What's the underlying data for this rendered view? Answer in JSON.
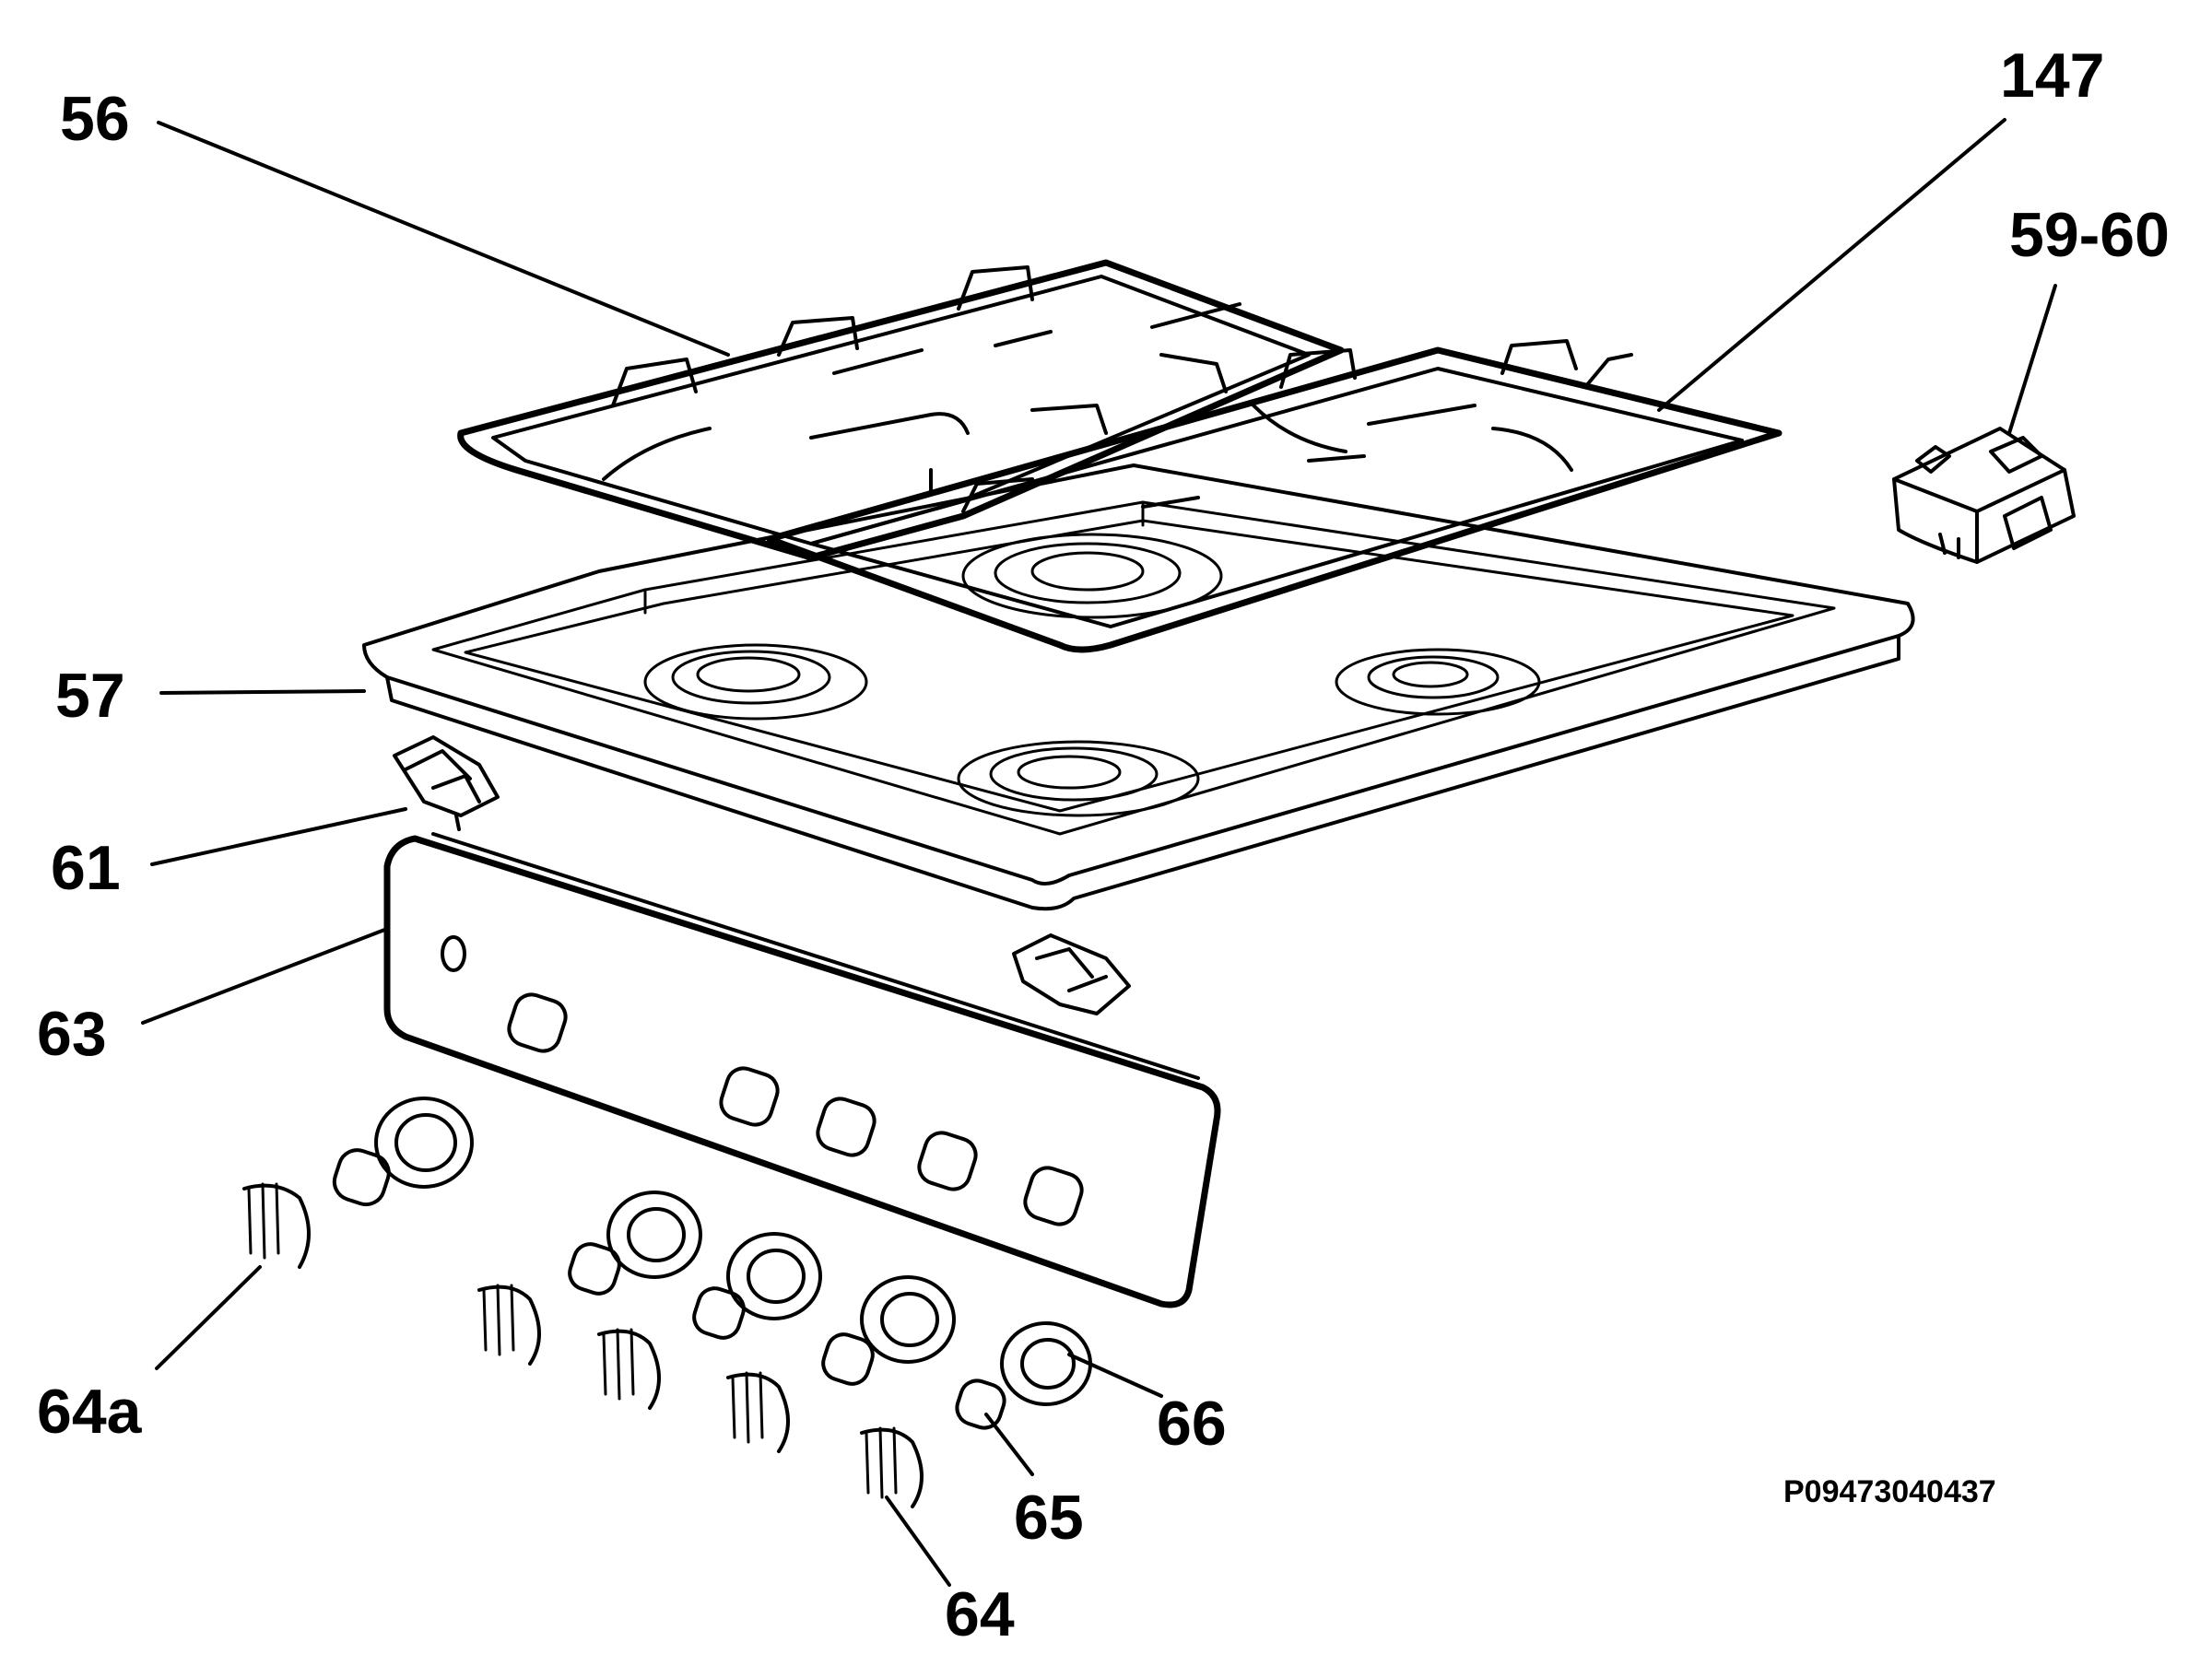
{
  "labels": {
    "l56": "56",
    "l147": "147",
    "l59_60": "59-60",
    "l57": "57",
    "l61": "61",
    "l63": "63",
    "l64a": "64a",
    "l66": "66",
    "l65": "65",
    "l64": "64"
  },
  "reference_code": "P09473040437"
}
